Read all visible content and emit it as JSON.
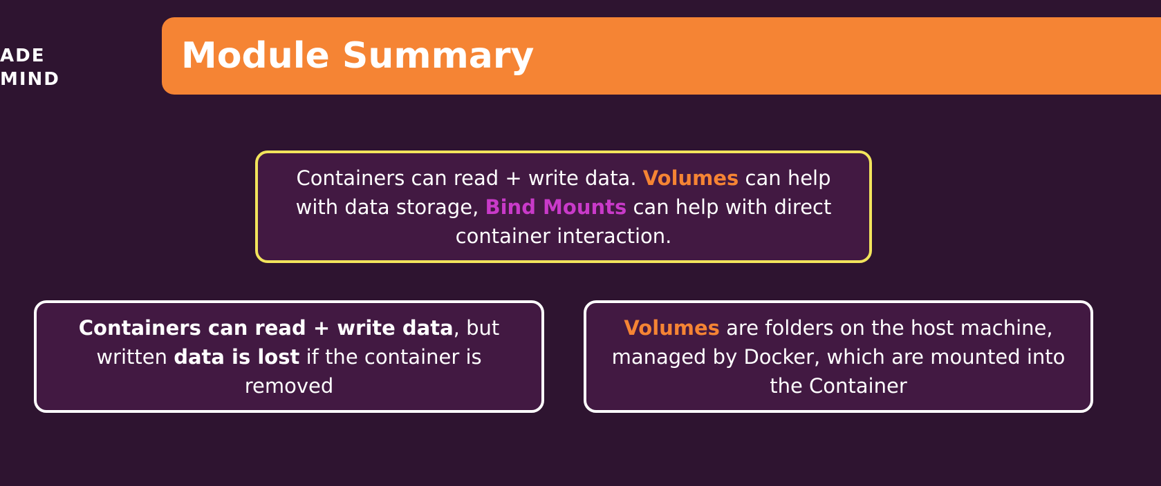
{
  "logo": {
    "line1": "ADE",
    "line2": "MIND"
  },
  "header": {
    "title": "Module Summary",
    "bar_color": "#f58434"
  },
  "colors": {
    "background": "#2e1430",
    "box_fill": "#421942",
    "top_box_border": "#f2e45c",
    "box_border": "#ffffff",
    "volumes_highlight": "#f58434",
    "bind_mounts_highlight": "#c93ac9"
  },
  "summary_top": {
    "part1": "Containers can read + write data. ",
    "volumes": "Volumes",
    "part2": " can help with data storage, ",
    "bind_mounts": "Bind Mounts",
    "part3": " can help with direct container interaction."
  },
  "summary_left": {
    "bold1": "Containers can read + write data",
    "part1": ", but written ",
    "bold2": "data is lost",
    "part2": " if the container is removed"
  },
  "summary_right": {
    "volumes": "Volumes",
    "part1": " are folders on the host machine, managed by Docker, which are mounted into the Container"
  }
}
